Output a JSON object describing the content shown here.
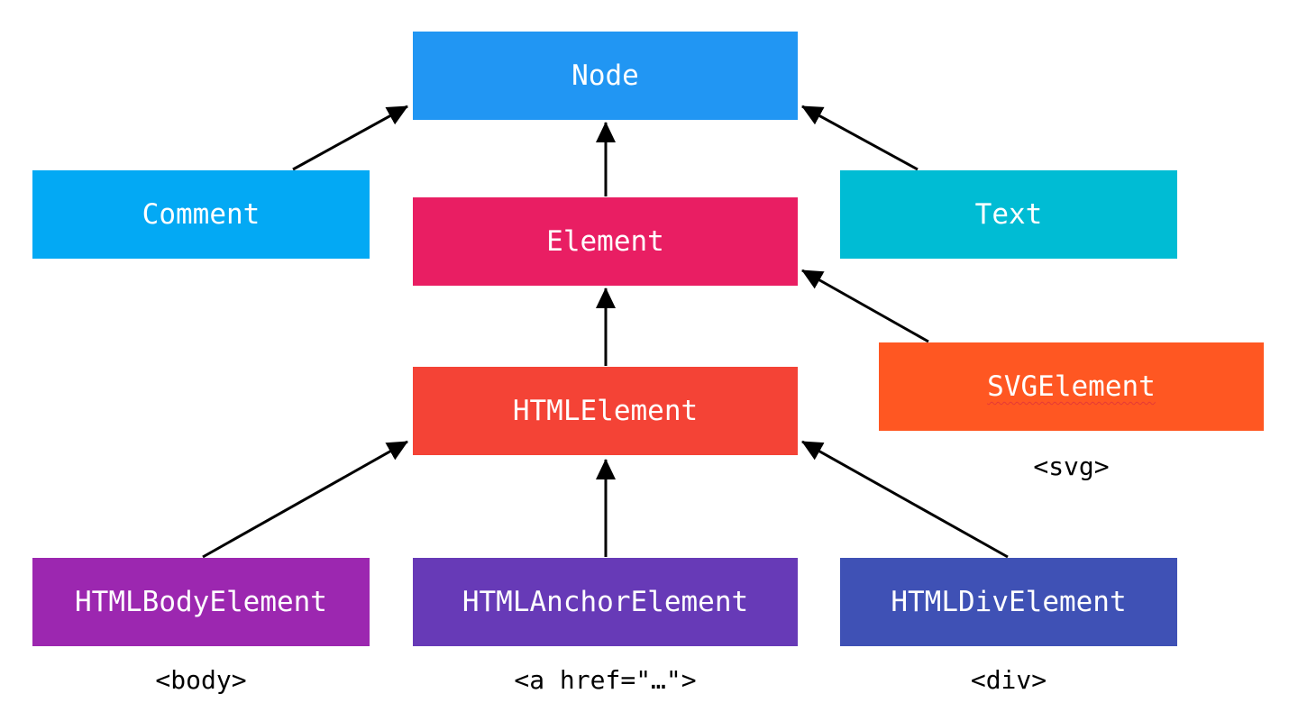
{
  "nodes": {
    "node": {
      "label": "Node",
      "color": "#2196F3"
    },
    "comment": {
      "label": "Comment",
      "color": "#03A9F4"
    },
    "text": {
      "label": "Text",
      "color": "#00BCD4"
    },
    "element": {
      "label": "Element",
      "color": "#E91E63"
    },
    "html_element": {
      "label": "HTMLElement",
      "color": "#F44336"
    },
    "svg_element": {
      "label": "SVGElement",
      "color": "#FF5722"
    },
    "html_body_element": {
      "label": "HTMLBodyElement",
      "color": "#9C27B0"
    },
    "html_anchor_element": {
      "label": "HTMLAnchorElement",
      "color": "#673AB7"
    },
    "html_div_element": {
      "label": "HTMLDivElement",
      "color": "#3F51B5"
    }
  },
  "tags": {
    "svg": "<svg>",
    "body": "<body>",
    "anchor": "<a href=\"…\">",
    "div": "<div>"
  },
  "edges": [
    {
      "from": "comment",
      "to": "node"
    },
    {
      "from": "element",
      "to": "node"
    },
    {
      "from": "text",
      "to": "node"
    },
    {
      "from": "html_element",
      "to": "element"
    },
    {
      "from": "svg_element",
      "to": "element"
    },
    {
      "from": "html_body_element",
      "to": "html_element"
    },
    {
      "from": "html_anchor_element",
      "to": "html_element"
    },
    {
      "from": "html_div_element",
      "to": "html_element"
    }
  ]
}
